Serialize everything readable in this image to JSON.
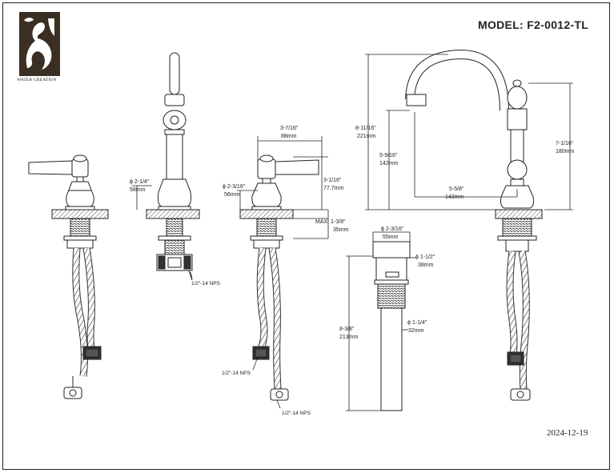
{
  "header": {
    "model": "MODEL: F2-0012-TL"
  },
  "logo": {
    "text": "WATER CREATION"
  },
  "footer": {
    "date": "2024-12-19"
  },
  "dimensions": {
    "handle_base_dia": "ϕ 2-1/4\"",
    "handle_base_dia_mm": "58mm",
    "spout_dia": "ϕ 2-3/16\"",
    "spout_dia_mm": "56mm",
    "handle_width": "3-7/16\"",
    "handle_width_mm": "88mm",
    "handle_height": "3-1/16\"",
    "handle_height_mm": "77.7mm",
    "max_deck": "MAX. 1-3/8\"",
    "max_deck_mm": "35mm",
    "total_height": "8-11/16\"",
    "total_height_mm": "221mm",
    "spout_height": "5-9/16\"",
    "spout_height_mm": "142mm",
    "spout_reach": "5-5/8\"",
    "spout_reach_mm": "143mm",
    "body_height": "7-1/16\"",
    "body_height_mm": "180mm",
    "drain_top_dia": "ϕ 2-3/16\"",
    "drain_top_dia_mm": "55mm",
    "drain_thread_dia": "ϕ 1-1/2\"",
    "drain_thread_dia_mm": "38mm",
    "drain_tail_dia": "ϕ 1-1/4\"",
    "drain_tail_dia_mm": "32mm",
    "drain_length": "8-3/8\"",
    "drain_length_mm": "213mm",
    "nps_1": "1/2\"-14 NPS",
    "nps_2": "1/2\"-14 NPS",
    "nps_3": "1/2\"-14 NPS"
  }
}
